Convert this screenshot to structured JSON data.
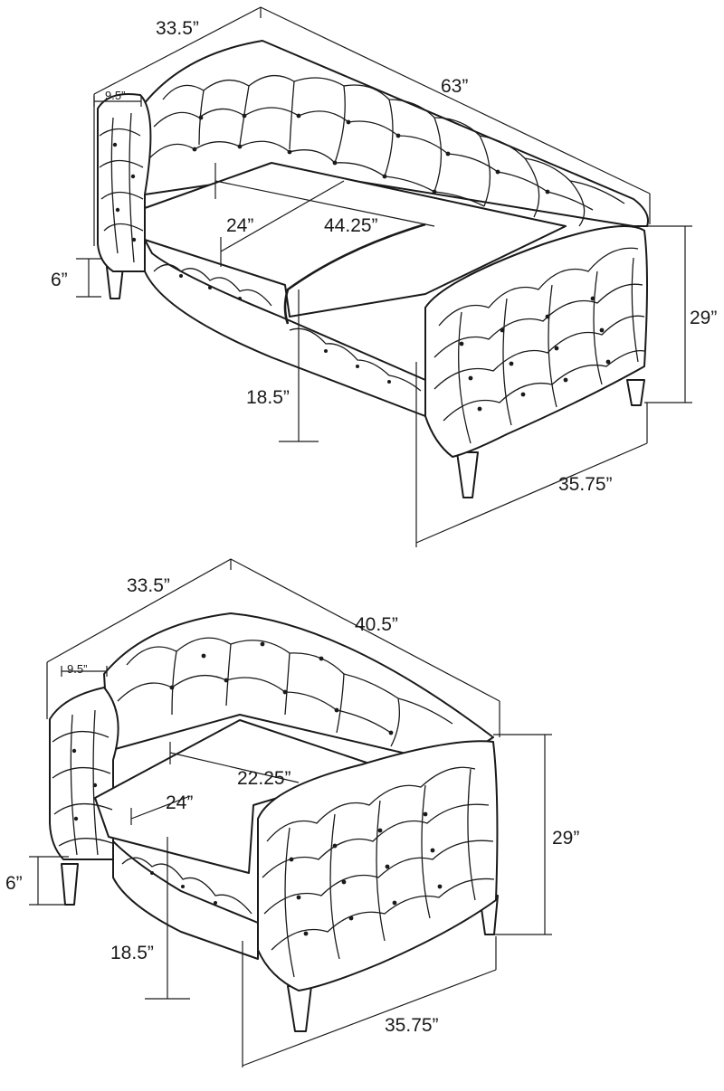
{
  "diagrams": [
    {
      "name": "sofa",
      "labels": {
        "depth": "33.5”",
        "arm_width": "9.5”",
        "width": "63”",
        "seat_depth": "24”",
        "seat_width": "44.25”",
        "leg_height": "6”",
        "height": "29”",
        "seat_height": "18.5”",
        "arm_length": "35.75”"
      }
    },
    {
      "name": "chair",
      "labels": {
        "depth": "33.5”",
        "arm_width": "9.5”",
        "width": "40.5”",
        "seat_width": "22.25”",
        "seat_depth": "24”",
        "leg_height": "6”",
        "height": "29”",
        "seat_height": "18.5”",
        "arm_length": "35.75”"
      }
    }
  ],
  "colors": {
    "line": "#1a1a1a",
    "background": "#ffffff"
  }
}
